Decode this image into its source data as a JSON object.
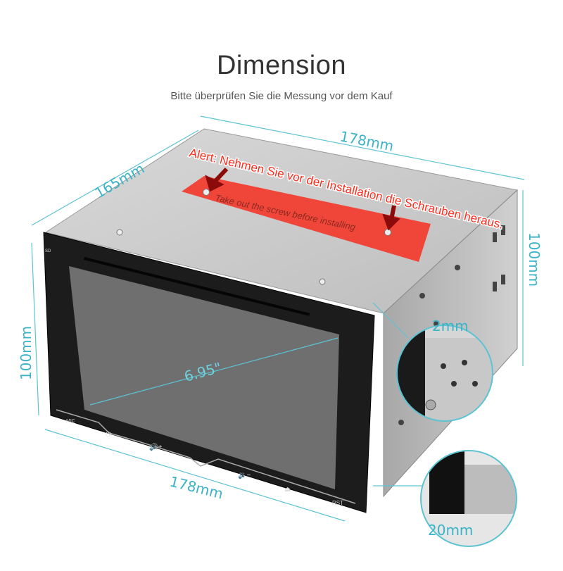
{
  "header": {
    "title": "Dimension",
    "subtitle": "Bitte überprüfen Sie die Messung vor dem Kauf"
  },
  "alert": {
    "text": "Alert: Nehmen Sie vor der Installation die Schrauben heraus.",
    "label_text": "Take out the screw before installing"
  },
  "dimensions": {
    "top_width": "178mm",
    "depth": "165mm",
    "side_height": "100mm",
    "front_height": "100mm",
    "front_width": "178mm",
    "screen_diagonal": "6.95\"",
    "bracket_gap": "2mm",
    "bezel_depth": "20mm"
  },
  "device": {
    "mic_label": "MIC",
    "rst_label": "RST",
    "sd_label": "SD",
    "buttons": [
      "power-icon",
      "volume-up-icon",
      "home-icon",
      "volume-down-icon",
      "eject-icon"
    ]
  },
  "colors": {
    "accent": "#3bb3c6",
    "alert": "#ff2a1a",
    "label": "#f0463a"
  }
}
